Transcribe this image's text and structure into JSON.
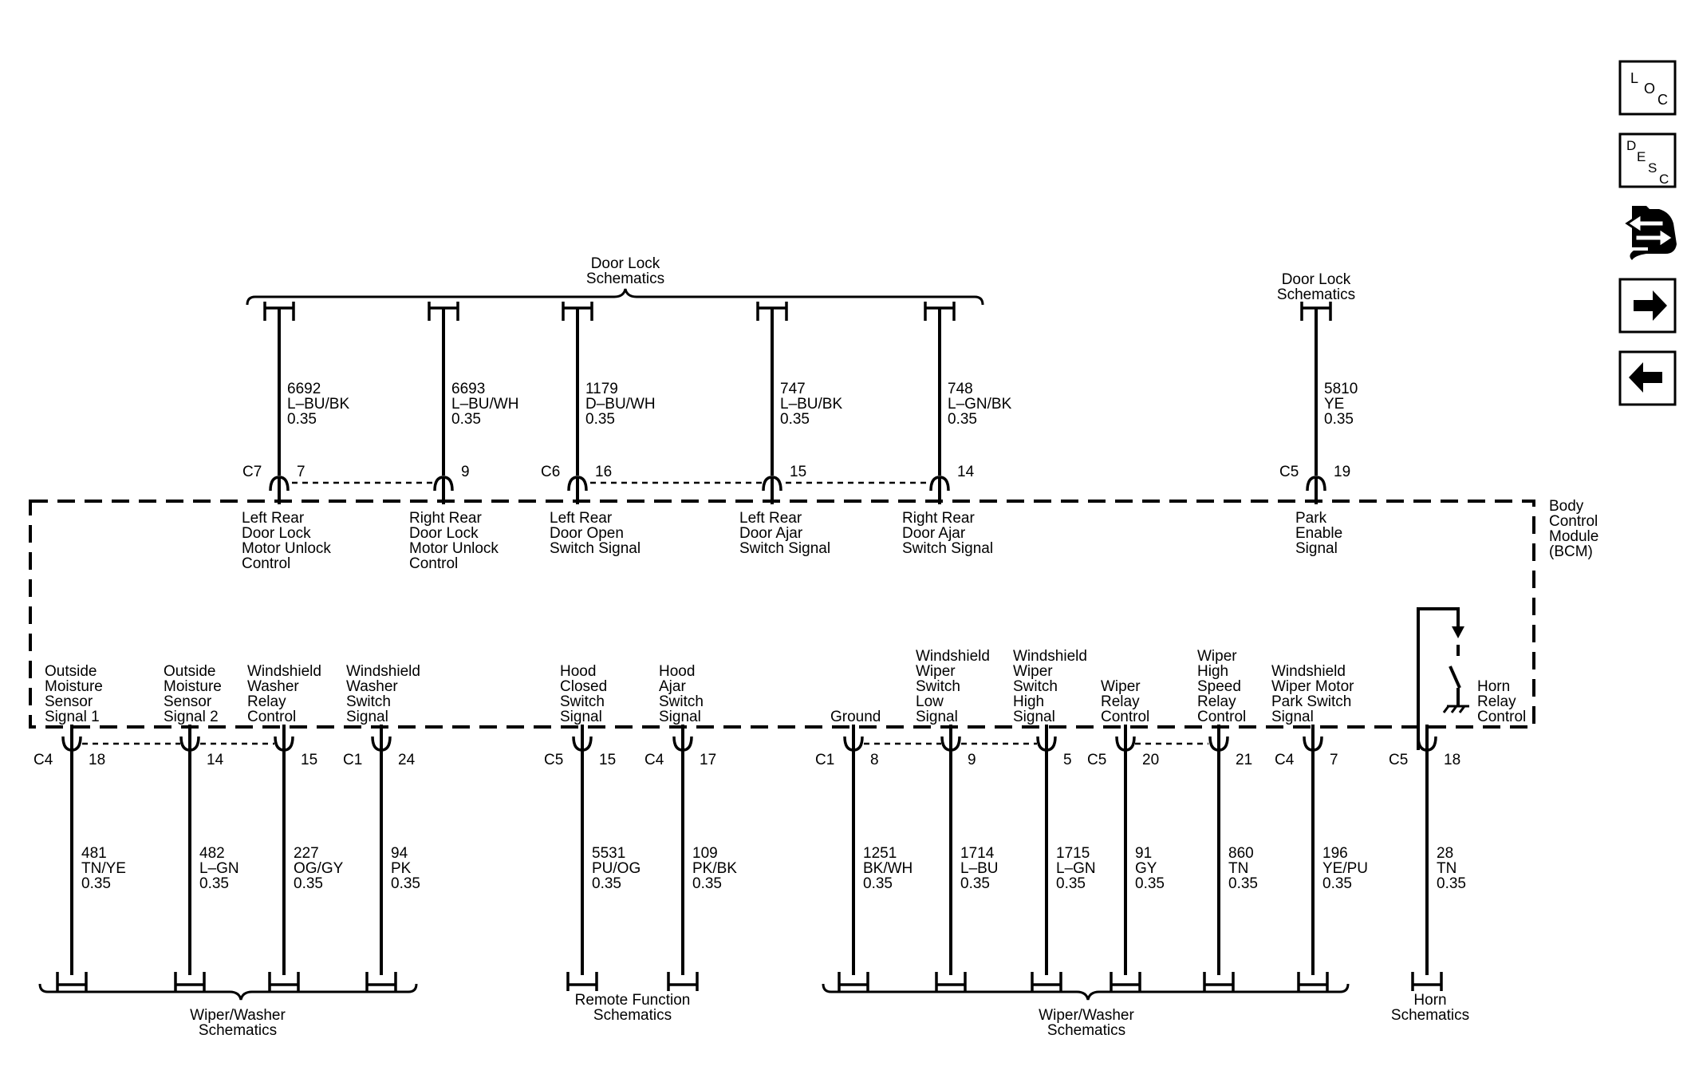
{
  "module": {
    "lines": [
      "Body",
      "Control",
      "Module",
      "(BCM)"
    ]
  },
  "top_groups": [
    {
      "lines": [
        "Door Lock",
        "Schematics"
      ]
    },
    {
      "lines": [
        "Door Lock",
        "Schematics"
      ]
    }
  ],
  "bottom_groups": [
    {
      "lines": [
        "Wiper/Washer",
        "Schematics"
      ]
    },
    {
      "lines": [
        "Remote Function",
        "Schematics"
      ]
    },
    {
      "lines": [
        "Wiper/Washer",
        "Schematics"
      ]
    },
    {
      "lines": [
        "Horn",
        "Schematics"
      ]
    }
  ],
  "top_circuits": [
    {
      "connector": "C7",
      "pin": "7",
      "circuit": "6692",
      "color": "L–BU/BK",
      "gauge": "0.35",
      "signal": [
        "Left Rear",
        "Door Lock",
        "Motor Unlock",
        "Control"
      ]
    },
    {
      "connector": "",
      "pin": "9",
      "circuit": "6693",
      "color": "L–BU/WH",
      "gauge": "0.35",
      "signal": [
        "Right Rear",
        "Door Lock",
        "Motor Unlock",
        "Control"
      ]
    },
    {
      "connector": "C6",
      "pin": "16",
      "circuit": "1179",
      "color": "D–BU/WH",
      "gauge": "0.35",
      "signal": [
        "Left Rear",
        "Door Open",
        "Switch Signal"
      ]
    },
    {
      "connector": "",
      "pin": "15",
      "circuit": "747",
      "color": "L–BU/BK",
      "gauge": "0.35",
      "signal": [
        "Left Rear",
        "Door Ajar",
        "Switch Signal"
      ]
    },
    {
      "connector": "",
      "pin": "14",
      "circuit": "748",
      "color": "L–GN/BK",
      "gauge": "0.35",
      "signal": [
        "Right Rear",
        "Door Ajar",
        "Switch Signal"
      ]
    },
    {
      "connector": "C5",
      "pin": "19",
      "circuit": "5810",
      "color": "YE",
      "gauge": "0.35",
      "signal": [
        "Park",
        "Enable",
        "Signal"
      ]
    }
  ],
  "bottom_circuits": [
    {
      "connector": "C4",
      "pin": "18",
      "circuit": "481",
      "color": "TN/YE",
      "gauge": "0.35",
      "signal": [
        "Outside",
        "Moisture",
        "Sensor",
        "Signal 1"
      ]
    },
    {
      "connector": "",
      "pin": "14",
      "circuit": "482",
      "color": "L–GN",
      "gauge": "0.35",
      "signal": [
        "Outside",
        "Moisture",
        "Sensor",
        "Signal 2"
      ]
    },
    {
      "connector": "",
      "pin": "15",
      "circuit": "227",
      "color": "OG/GY",
      "gauge": "0.35",
      "signal": [
        "Windshield",
        "Washer",
        "Relay",
        "Control"
      ]
    },
    {
      "connector": "C1",
      "pin": "24",
      "circuit": "94",
      "color": "PK",
      "gauge": "0.35",
      "signal": [
        "Windshield",
        "Washer",
        "Switch",
        "Signal"
      ]
    },
    {
      "connector": "C5",
      "pin": "15",
      "circuit": "5531",
      "color": "PU/OG",
      "gauge": "0.35",
      "signal": [
        "Hood",
        "Closed",
        "Switch",
        "Signal"
      ]
    },
    {
      "connector": "C4",
      "pin": "17",
      "circuit": "109",
      "color": "PK/BK",
      "gauge": "0.35",
      "signal": [
        "Hood",
        "Ajar",
        "Switch",
        "Signal"
      ]
    },
    {
      "connector": "C1",
      "pin": "8",
      "circuit": "1251",
      "color": "BK/WH",
      "gauge": "0.35",
      "signal": [
        "Ground"
      ]
    },
    {
      "connector": "",
      "pin": "9",
      "circuit": "1714",
      "color": "L–BU",
      "gauge": "0.35",
      "signal": [
        "Windshield",
        "Wiper",
        "Switch",
        "Low",
        "Signal"
      ]
    },
    {
      "connector": "",
      "pin": "5",
      "circuit": "1715",
      "color": "L–GN",
      "gauge": "0.35",
      "signal": [
        "Windshield",
        "Wiper",
        "Switch",
        "High",
        "Signal"
      ]
    },
    {
      "connector": "C5",
      "pin": "20",
      "circuit": "91",
      "color": "GY",
      "gauge": "0.35",
      "signal": [
        "Wiper",
        "Relay",
        "Control"
      ]
    },
    {
      "connector": "",
      "pin": "21",
      "circuit": "860",
      "color": "TN",
      "gauge": "0.35",
      "signal": [
        "Wiper",
        "High",
        "Speed",
        "Relay",
        "Control"
      ]
    },
    {
      "connector": "C4",
      "pin": "7",
      "circuit": "196",
      "color": "YE/PU",
      "gauge": "0.35",
      "signal": [
        "Windshield",
        "Wiper Motor",
        "Park Switch",
        "Signal"
      ]
    },
    {
      "connector": "C5",
      "pin": "18",
      "circuit": "28",
      "color": "TN",
      "gauge": "0.35",
      "signal": [
        "Horn",
        "Relay",
        "Control"
      ]
    }
  ],
  "nav": {
    "loc": [
      "L",
      "O",
      "C"
    ],
    "desc": [
      "D",
      "E",
      "S",
      "C"
    ],
    "icons": [
      "connector-icon",
      "next-arrow-icon",
      "previous-arrow-icon"
    ]
  }
}
